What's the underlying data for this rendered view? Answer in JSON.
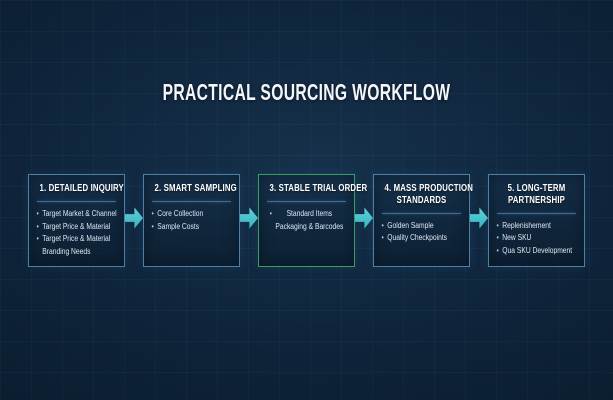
{
  "slide": {
    "title": "PRACTICAL SOURCING WORKFLOW",
    "background_color": "#0e2339",
    "accent_colors": {
      "box_border": "#4d80a6",
      "highlight_border": "#32a062",
      "arrow": "#35b1bd",
      "arrow_light": "#5fd2da",
      "divider": "#3d6e95",
      "title_text": "#f3f7fb",
      "bullet_text": "#dbe8f4"
    }
  },
  "workflow": {
    "bullet_marker": "•",
    "arrow_icon": "right-arrow",
    "steps": [
      {
        "title": "1. DETAILED INQUIRY",
        "border_color": "#4d80a6",
        "align": "left",
        "bullets": [
          "Target Market & Channel",
          "Target Price & Material",
          "Target Price & Material\nBranding Needs"
        ]
      },
      {
        "title": "2. SMART SAMPLING",
        "border_color": "#4d80a6",
        "align": "left",
        "bullets": [
          "Core Collection",
          "Sample Costs"
        ]
      },
      {
        "title": "3. STABLE TRIAL ORDER",
        "border_color": "#32a062",
        "align": "center",
        "bullets": [
          "Standard Items\nPackaging & Barcodes"
        ]
      },
      {
        "title": "4. MASS PRODUCTION\nSTANDARDS",
        "border_color": "#4d80a6",
        "align": "left",
        "bullets": [
          "Golden Sample",
          "Quality Checkpoints"
        ]
      },
      {
        "title": "5. LONG-TERM\nPARTNERSHIP",
        "border_color": "#4d80a6",
        "align": "left",
        "bullets": [
          "Replenishement",
          "New SKU",
          "Qua SKU Development"
        ]
      }
    ]
  }
}
